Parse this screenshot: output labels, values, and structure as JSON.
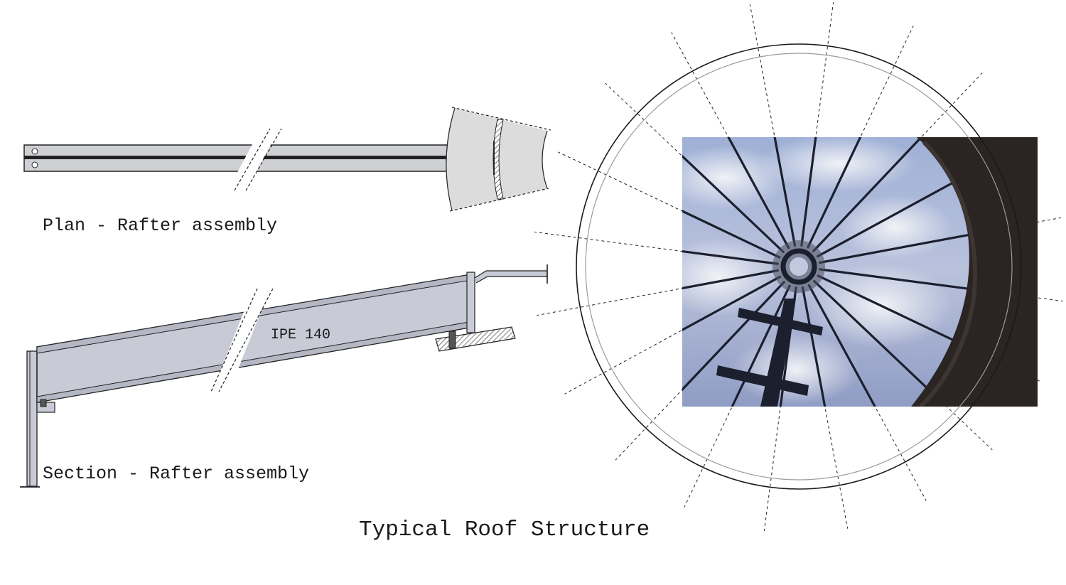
{
  "title": "Typical Roof Structure",
  "plan_view": {
    "label": "Plan - Rafter assembly"
  },
  "section_view": {
    "label": "Section - Rafter assembly",
    "beam_label": "IPE 140"
  },
  "roof_view": {
    "rafter_count": 20,
    "photo": "view up through radial steel rafters to a central ring against a cloudy sky"
  },
  "colors": {
    "line": "#1a1a1a",
    "steel_fill": "#c8cbd6",
    "plan_fill": "#cfd0d4",
    "ring_fill": "#dcdcdc",
    "sky": "#8fa0c8",
    "wall": "#2a2422"
  }
}
